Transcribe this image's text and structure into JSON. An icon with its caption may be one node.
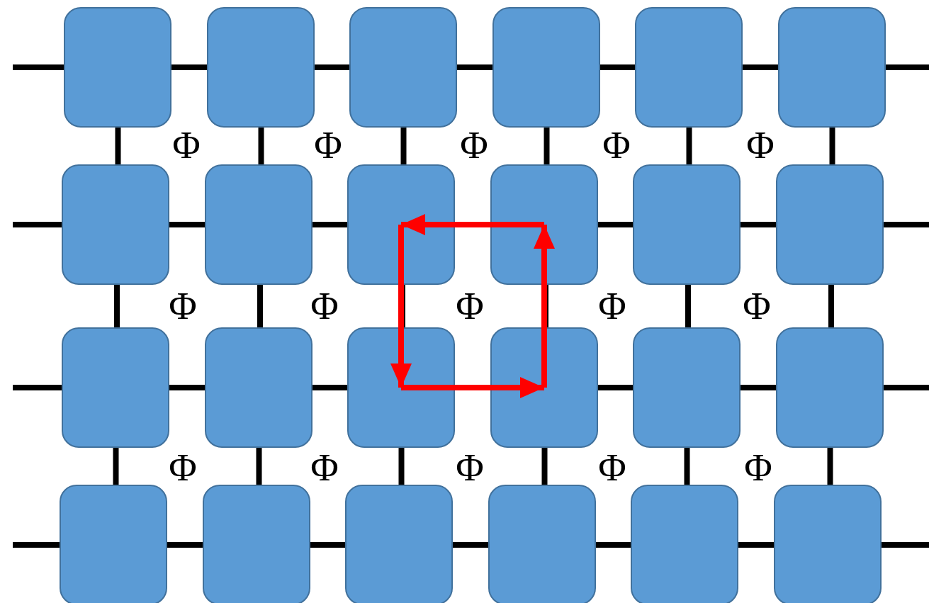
{
  "diagram": {
    "nodes": [
      {
        "text": [],
        "shape": "box"
      },
      {
        "text": [],
        "shape": "box"
      },
      {
        "text": [],
        "shape": "box"
      },
      {
        "text": [],
        "shape": "box"
      },
      {
        "text": [],
        "shape": "box"
      },
      {
        "text": [],
        "shape": "box"
      },
      {
        "text": [],
        "shape": "box"
      },
      {
        "text": [],
        "shape": "box"
      },
      {
        "text": [],
        "shape": "box"
      },
      {
        "text": [],
        "shape": "box"
      },
      {
        "text": [],
        "shape": "box"
      },
      {
        "text": [],
        "shape": "box"
      },
      {
        "text": [],
        "shape": "box"
      },
      {
        "text": [],
        "shape": "box"
      },
      {
        "text": [],
        "shape": "box"
      },
      {
        "text": [],
        "shape": "box"
      },
      {
        "text": [],
        "shape": "box"
      },
      {
        "text": [],
        "shape": "box"
      },
      {
        "text": [],
        "shape": "box"
      },
      {
        "text": [],
        "shape": "box"
      },
      {
        "text": [],
        "shape": "box"
      },
      {
        "text": [],
        "shape": "box"
      },
      {
        "text": [],
        "shape": "box"
      },
      {
        "text": [],
        "shape": "box"
      }
    ],
    "edges": [
      {
        "from": null,
        "to": 0,
        "arrow": "none"
      },
      {
        "from": 0,
        "to": 1,
        "arrow": "none"
      },
      {
        "from": 1,
        "to": 2,
        "arrow": "none"
      },
      {
        "from": 2,
        "to": 3,
        "arrow": "none"
      },
      {
        "from": 3,
        "to": 4,
        "arrow": "none"
      },
      {
        "from": 4,
        "to": 5,
        "arrow": "none"
      },
      {
        "from": 5,
        "to": null,
        "arrow": "none"
      },
      {
        "from": null,
        "to": 6,
        "arrow": "none"
      },
      {
        "from": 6,
        "to": 7,
        "arrow": "none"
      },
      {
        "from": 7,
        "to": 8,
        "arrow": "none"
      },
      {
        "from": 9,
        "to": 10,
        "arrow": "none"
      },
      {
        "from": 10,
        "to": 11,
        "arrow": "none"
      },
      {
        "from": 11,
        "to": null,
        "arrow": "none"
      },
      {
        "from": null,
        "to": 12,
        "arrow": "none"
      },
      {
        "from": 12,
        "to": 13,
        "arrow": "none"
      },
      {
        "from": 13,
        "to": 14,
        "arrow": "none"
      },
      {
        "from": 15,
        "to": 16,
        "arrow": "none"
      },
      {
        "from": 16,
        "to": 17,
        "arrow": "none"
      },
      {
        "from": 17,
        "to": null,
        "arrow": "none"
      },
      {
        "from": null,
        "to": 18,
        "arrow": "none"
      },
      {
        "from": 18,
        "to": 19,
        "arrow": "none"
      },
      {
        "from": 19,
        "to": 20,
        "arrow": "none"
      },
      {
        "from": 20,
        "to": 21,
        "arrow": "none"
      },
      {
        "from": 21,
        "to": 22,
        "arrow": "none"
      },
      {
        "from": 22,
        "to": 23,
        "arrow": "none"
      },
      {
        "from": 23,
        "to": null,
        "arrow": "none"
      },
      {
        "from": 0,
        "to": 6,
        "arrow": "none"
      },
      {
        "from": 1,
        "to": 7,
        "arrow": "none"
      },
      {
        "from": 2,
        "to": 8,
        "arrow": "none"
      },
      {
        "from": 3,
        "to": 9,
        "arrow": "none"
      },
      {
        "from": 4,
        "to": 10,
        "arrow": "none"
      },
      {
        "from": 5,
        "to": 11,
        "arrow": "none"
      },
      {
        "from": 6,
        "to": 12,
        "arrow": "none"
      },
      {
        "from": 7,
        "to": 13,
        "arrow": "none"
      },
      {
        "from": 8,
        "to": 14,
        "arrow": "none"
      },
      {
        "from": 9,
        "to": 15,
        "arrow": "none"
      },
      {
        "from": 10,
        "to": 16,
        "arrow": "none"
      },
      {
        "from": 11,
        "to": 17,
        "arrow": "none"
      },
      {
        "from": 12,
        "to": 18,
        "arrow": "none"
      },
      {
        "from": 13,
        "to": 19,
        "arrow": "none"
      },
      {
        "from": 14,
        "to": 20,
        "arrow": "none"
      },
      {
        "from": 15,
        "to": 21,
        "arrow": "none"
      },
      {
        "from": 16,
        "to": 22,
        "arrow": "none"
      },
      {
        "from": 17,
        "to": 23,
        "arrow": "none"
      },
      {
        "from": 9,
        "to": 8,
        "arrow": "to",
        "color": "#ff0000"
      },
      {
        "from": 8,
        "to": 14,
        "arrow": "to",
        "color": "#ff0000"
      },
      {
        "from": 14,
        "to": 15,
        "arrow": "to",
        "color": "#ff0000"
      },
      {
        "from": 15,
        "to": 9,
        "arrow": "to",
        "color": "#ff0000"
      }
    ],
    "labels": [
      "Φ",
      "Φ",
      "Φ",
      "Φ",
      "Φ",
      "Φ",
      "Φ",
      "Φ",
      "Φ",
      "Φ",
      "Φ",
      "Φ",
      "Φ",
      "Φ",
      "Φ"
    ]
  }
}
